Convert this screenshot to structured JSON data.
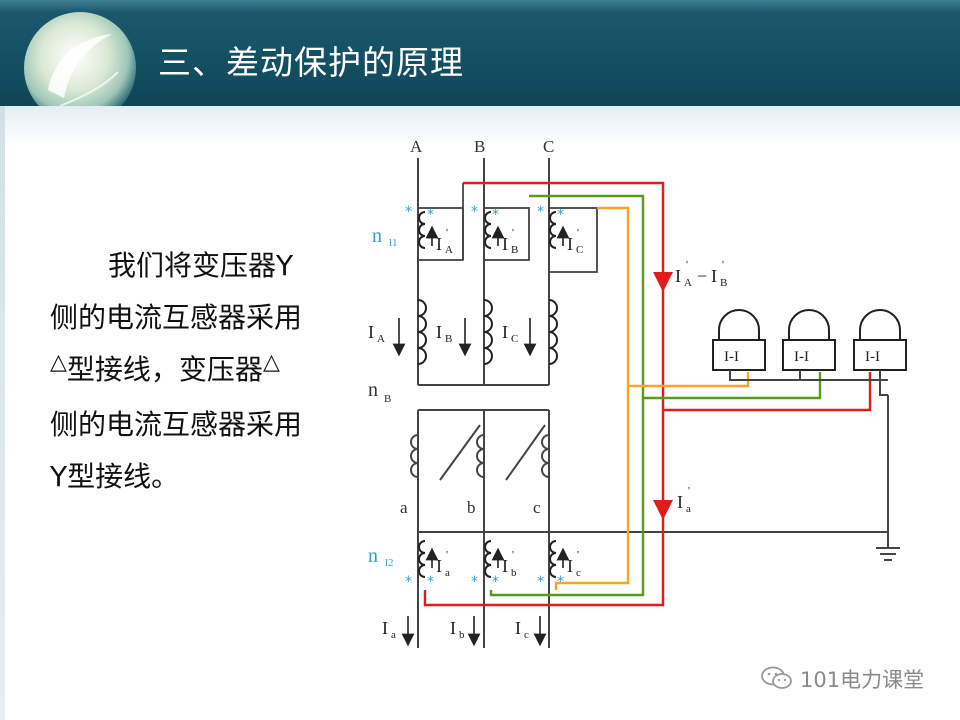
{
  "title": "三、差动保护的原理",
  "body": {
    "line1": "我们将变压器Y",
    "line2": "侧的电流互感器采用",
    "line3_tri": "△",
    "line3": "型接线，变压器",
    "line3_tri2": "△",
    "line4": "侧的电流互感器采用",
    "line5": "Y型接线。"
  },
  "diagram": {
    "phase_labels": [
      "A",
      "B",
      "C"
    ],
    "secondary_phase_labels": [
      "a",
      "b",
      "c"
    ],
    "n_l1_main": "n",
    "n_l1_sub": "l1",
    "n_l2_main": "n",
    "n_l2_sub": "l2",
    "n_b_main": "n",
    "n_b_sub": "B",
    "star": "*",
    "relay_label": "I-I",
    "ct_primary_currents": [
      {
        "main": "I",
        "sub": "A"
      },
      {
        "main": "I",
        "sub": "B"
      },
      {
        "main": "I",
        "sub": "C"
      }
    ],
    "ct_secondary_currents_top": [
      {
        "main": "I",
        "sub": "A",
        "prime": "'"
      },
      {
        "main": "I",
        "sub": "B",
        "prime": "'"
      },
      {
        "main": "I",
        "sub": "C",
        "prime": "'"
      }
    ],
    "ct_secondary_currents_bottom": [
      {
        "main": "I",
        "sub": "a",
        "prime": "'"
      },
      {
        "main": "I",
        "sub": "b",
        "prime": "'"
      },
      {
        "main": "I",
        "sub": "c",
        "prime": "'"
      }
    ],
    "low_side_currents": [
      {
        "main": "I",
        "sub": "a"
      },
      {
        "main": "I",
        "sub": "b"
      },
      {
        "main": "I",
        "sub": "c"
      }
    ],
    "diff_label_a": "I",
    "diff_label_a_sub": "A",
    "diff_label_minus": "−",
    "diff_label_b": "I",
    "diff_label_b_sub": "B",
    "diff_label_prime": "'",
    "ia_prime_label": "I",
    "ia_prime_sub": "a",
    "ia_prime_prime": "'",
    "colors": {
      "red": "#e21b1b",
      "orange": "#f5a623",
      "green": "#5a9a1a",
      "wire": "#444444",
      "blue_label": "#3a9ad9"
    }
  },
  "watermark": {
    "text": "101电力课堂",
    "icon": "wechat-icon"
  }
}
